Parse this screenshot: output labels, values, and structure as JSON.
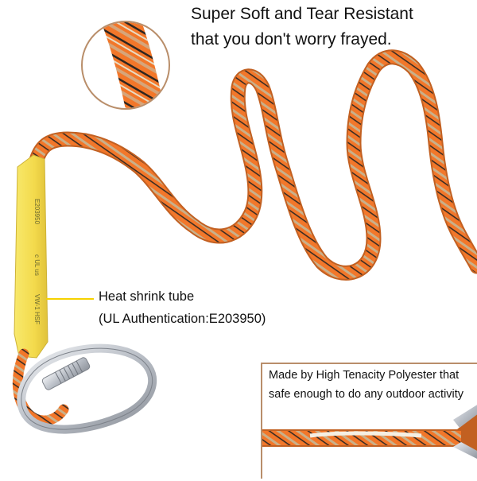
{
  "callouts": {
    "headline_line1": "Super Soft and Tear Resistant",
    "headline_line2": "that you don't worry frayed.",
    "tube_label_line1": "Heat shrink tube",
    "tube_label_line2": "(UL Authentication:E203950)",
    "inset_text_line1": "Made by High Tenacity Polyester that",
    "inset_text_line2": "safe enough to do any outdoor activity"
  },
  "tube_print": "E203950",
  "colors": {
    "rope_orange": "#f2772a",
    "rope_tan": "#c9b08a",
    "rope_dark": "#3a2d24",
    "tube_yellow": "#f6e15a",
    "carabiner_silver": "#c9ccd1",
    "callout_outline": "#b98e6a"
  }
}
